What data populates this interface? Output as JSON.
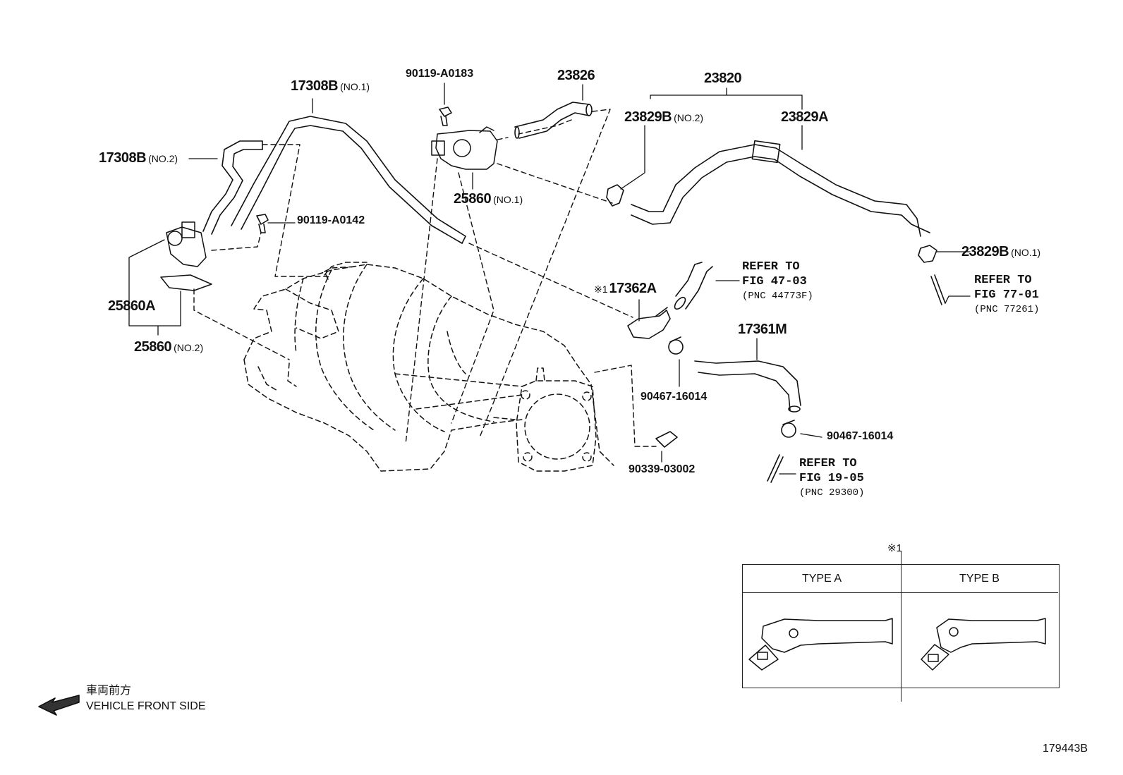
{
  "labels": {
    "p17308b_no1": "17308B",
    "p17308b_no1_sub": "(NO.1)",
    "p17308b_no2": "17308B",
    "p17308b_no2_sub": "(NO.2)",
    "p90119_a0183": "90119-A0183",
    "p90119_a0142": "90119-A0142",
    "p23826": "23826",
    "p23820": "23820",
    "p23829b_no2": "23829B",
    "p23829b_no2_sub": "(NO.2)",
    "p23829a": "23829A",
    "p25860_no1": "25860",
    "p25860_no1_sub": "(NO.1)",
    "p25860a": "25860A",
    "p25860_no2": "25860",
    "p25860_no2_sub": "(NO.2)",
    "p23829b_no1": "23829B",
    "p23829b_no1_sub": "(NO.1)",
    "p17362a_mark": "※1",
    "p17362a": "17362A",
    "p17361m": "17361M",
    "p90467_16014_a": "90467-16014",
    "p90467_16014_b": "90467-16014",
    "p90339_03002": "90339-03002"
  },
  "refs": {
    "fig4703": {
      "line1": "REFER TO",
      "line2": "FIG 47-03",
      "line3": "(PNC 44773F)"
    },
    "fig7701": {
      "line1": "REFER TO",
      "line2": "FIG 77-01",
      "line3": "(PNC 77261)"
    },
    "fig1905": {
      "line1": "REFER TO",
      "line2": "FIG 19-05",
      "line3": "(PNC 29300)"
    }
  },
  "type_table": {
    "mark": "※1",
    "type_a": "TYPE A",
    "type_b": "TYPE B"
  },
  "front": {
    "jp": "車両前方",
    "en": "VEHICLE FRONT SIDE"
  },
  "figure_id": "179443B"
}
